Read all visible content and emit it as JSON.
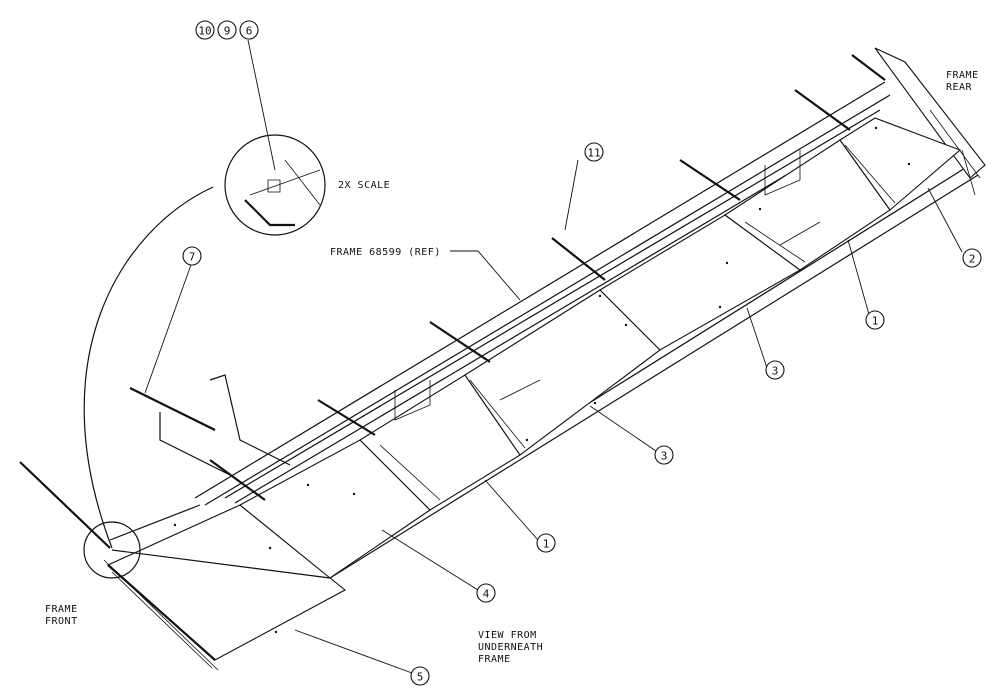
{
  "notes": {
    "frame_rear_line1": "FRAME",
    "frame_rear_line2": "REAR",
    "frame_front_line1": "FRAME",
    "frame_front_line2": "FRONT",
    "scale": "2X SCALE",
    "frame_ref": "FRAME 68599 (REF)",
    "view_line1": "VIEW FROM",
    "view_line2": "UNDERNEATH",
    "view_line3": "FRAME"
  },
  "callouts": {
    "c10": "10",
    "c9": "9",
    "c6": "6",
    "c11": "11",
    "c7": "7",
    "c2": "2",
    "c1_upper": "1",
    "c3_upper": "3",
    "c3_lower": "3",
    "c1_lower": "1",
    "c4": "4",
    "c5": "5"
  }
}
